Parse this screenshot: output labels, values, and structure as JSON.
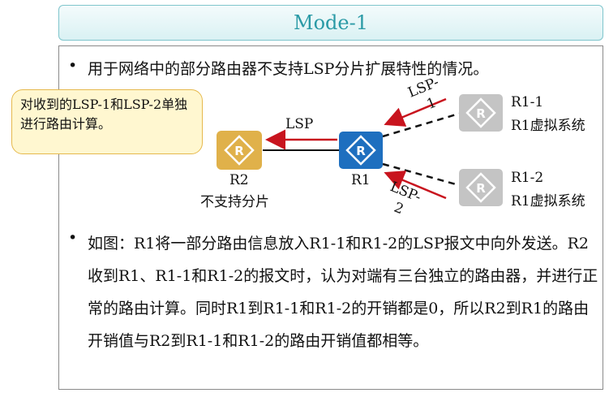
{
  "title": "Mode-1",
  "bullet1": "用于网络中的部分路由器不支持LSP分片扩展特性的情况。",
  "callout": "对收到的LSP-1和LSP-2单独进行路由计算。",
  "diagram": {
    "r2": {
      "name": "R2",
      "note": "不支持分片"
    },
    "r1": {
      "name": "R1"
    },
    "r1_1": {
      "name": "R1-1",
      "note": "R1虚拟系统"
    },
    "r1_2": {
      "name": "R1-2",
      "note": "R1虚拟系统"
    },
    "lsp_main": "LSP",
    "lsp1_a": "LSP-",
    "lsp1_b": "1",
    "lsp2_a": "LSP-",
    "lsp2_b": "2"
  },
  "bullet2": "如图：R1将一部分路由信息放入R1-1和R1-2的LSP报文中向外发送。R2收到R1、R1-1和R1-2的报文时，认为对端有三台独立的路由器，并进行正常的路由计算。同时R1到R1-1和R1-2的开销都是0，所以R2到R1的路由开销值与R2到R1-1和R1-2的路由开销值都相等。",
  "colors": {
    "r2": "#e0b14a",
    "r1": "#1e6fbf",
    "virtual": "#c4c4c4",
    "arrow": "#c8141e",
    "title": "#2a9aa6"
  }
}
